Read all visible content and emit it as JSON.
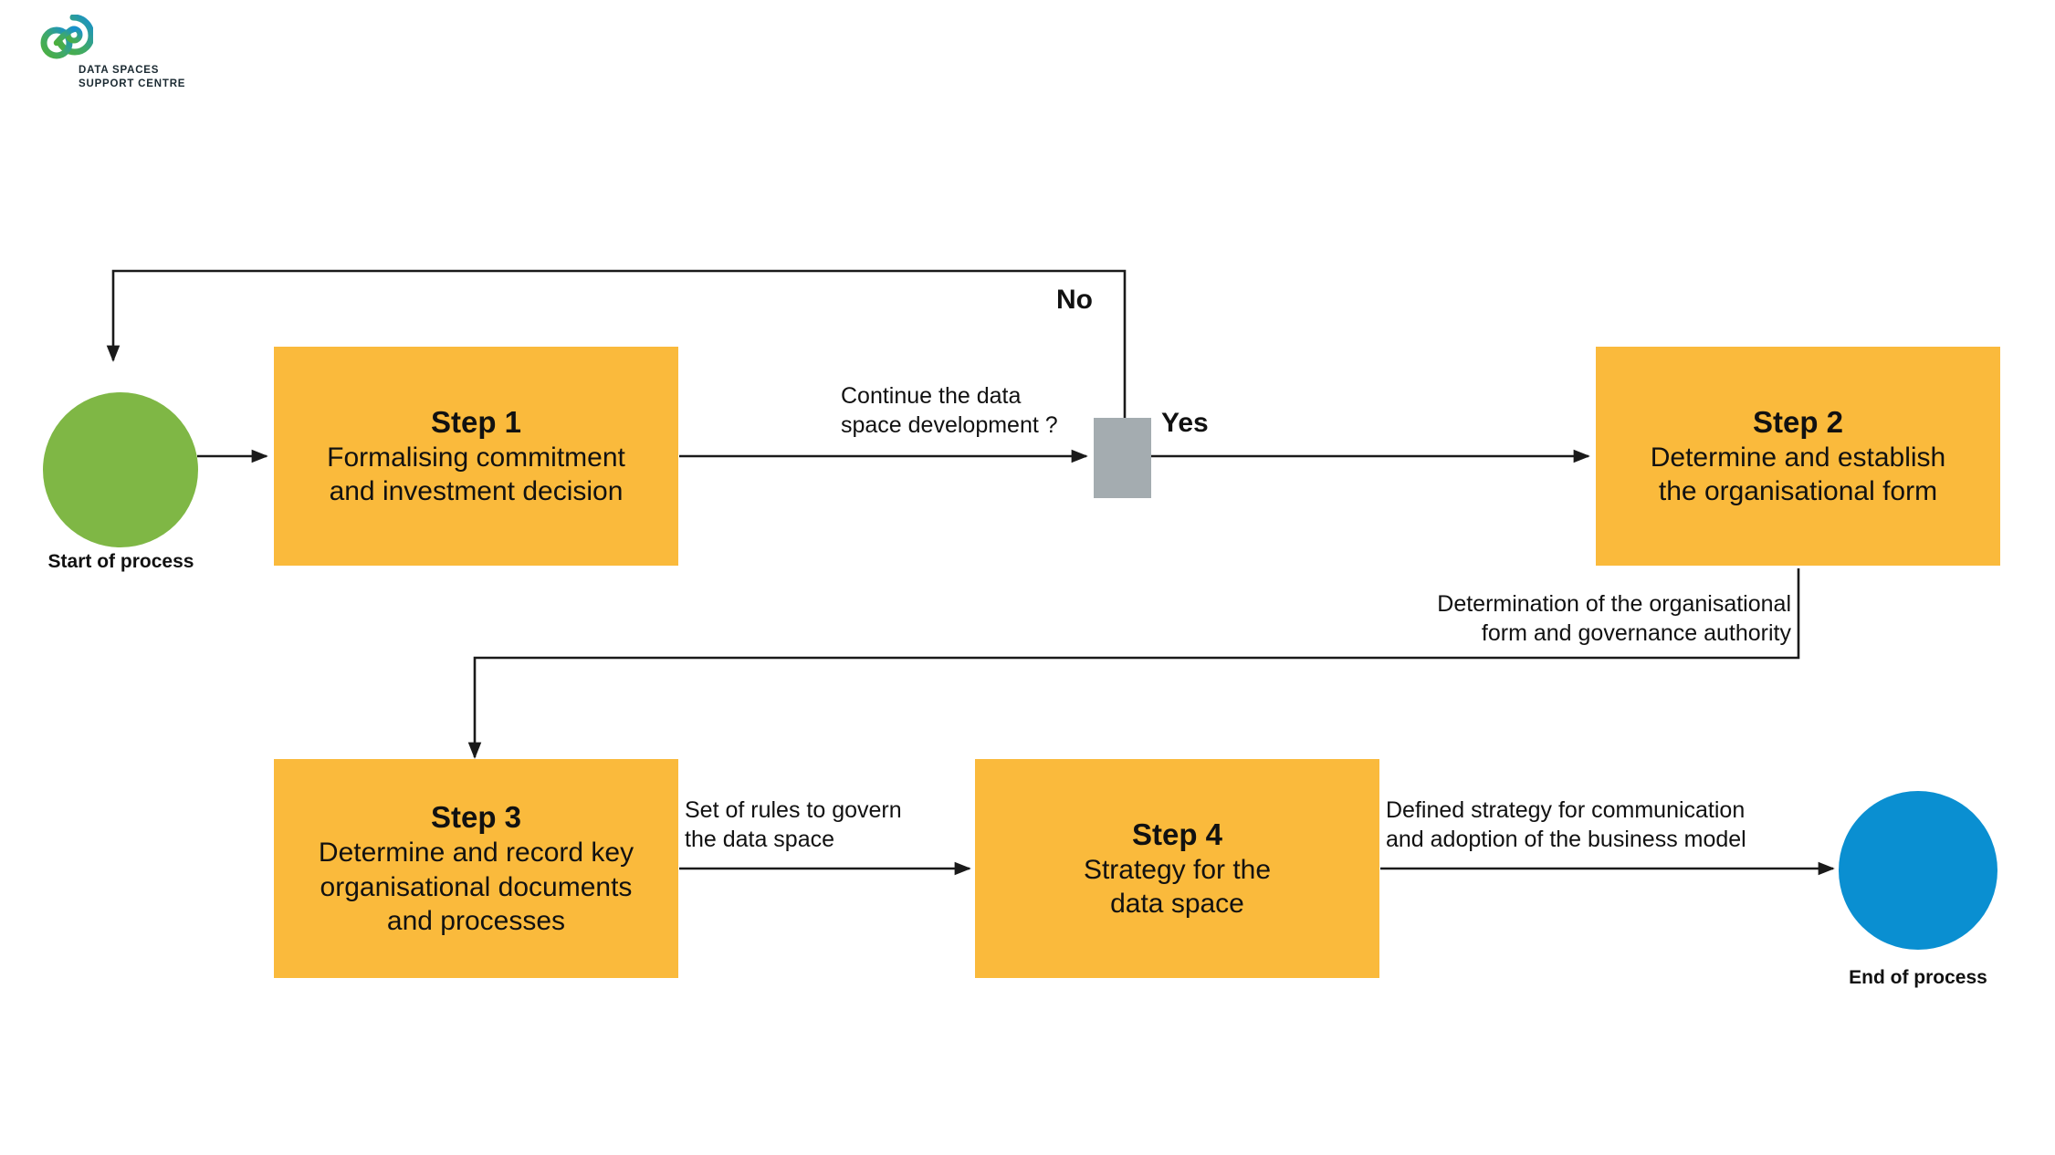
{
  "brand": {
    "logo_icon": "dssc-infinity-logo-icon",
    "logo_text": "DATA SPACES\nSUPPORT CENTRE",
    "colors": {
      "logo_green": "#5FB447",
      "logo_blue": "#1790CF",
      "step_orange": "#FABA3C",
      "start_green": "#7FB745",
      "end_blue": "#0A8FD1",
      "decision_grey": "#A4ACB0",
      "connector_black": "#1a1a1a"
    }
  },
  "diagram": {
    "type": "flowchart",
    "nodes": {
      "start": {
        "id": "start",
        "shape": "circle",
        "label": "Start of process",
        "color": "#7FB745"
      },
      "step1": {
        "id": "step1",
        "shape": "rectangle",
        "title": "Step 1",
        "desc": "Formalising commitment\nand investment decision",
        "color": "#FABA3C"
      },
      "decision": {
        "id": "decision",
        "shape": "rectangle",
        "question": "Continue the data\nspace development ?",
        "color": "#A4ACB0"
      },
      "step2": {
        "id": "step2",
        "shape": "rectangle",
        "title": "Step 2",
        "desc": "Determine and establish\nthe organisational form",
        "color": "#FABA3C"
      },
      "step3": {
        "id": "step3",
        "shape": "rectangle",
        "title": "Step 3",
        "desc": "Determine and record key\norganisational documents\nand processes",
        "color": "#FABA3C"
      },
      "step4": {
        "id": "step4",
        "shape": "rectangle",
        "title": "Step 4",
        "desc": "Strategy for the\ndata space",
        "color": "#FABA3C"
      },
      "end": {
        "id": "end",
        "shape": "circle",
        "label": "End of process",
        "color": "#0A8FD1"
      }
    },
    "edges": [
      {
        "id": "e-start-step1",
        "from": "start",
        "to": "step1",
        "label": ""
      },
      {
        "id": "e-step1-decision",
        "from": "step1",
        "to": "decision",
        "label": "Continue the data\nspace development ?"
      },
      {
        "id": "e-decision-no",
        "from": "decision",
        "to": "start",
        "label": "No"
      },
      {
        "id": "e-decision-yes",
        "from": "decision",
        "to": "step2",
        "label": "Yes"
      },
      {
        "id": "e-step2-step3",
        "from": "step2",
        "to": "step3",
        "label": "Determination of the organisational\nform and governance authority"
      },
      {
        "id": "e-step3-step4",
        "from": "step3",
        "to": "step4",
        "label": "Set of rules to govern\nthe data space"
      },
      {
        "id": "e-step4-end",
        "from": "step4",
        "to": "end",
        "label": "Defined strategy for communication\nand adoption of the business model"
      }
    ],
    "branch_labels": {
      "no": "No",
      "yes": "Yes"
    }
  }
}
